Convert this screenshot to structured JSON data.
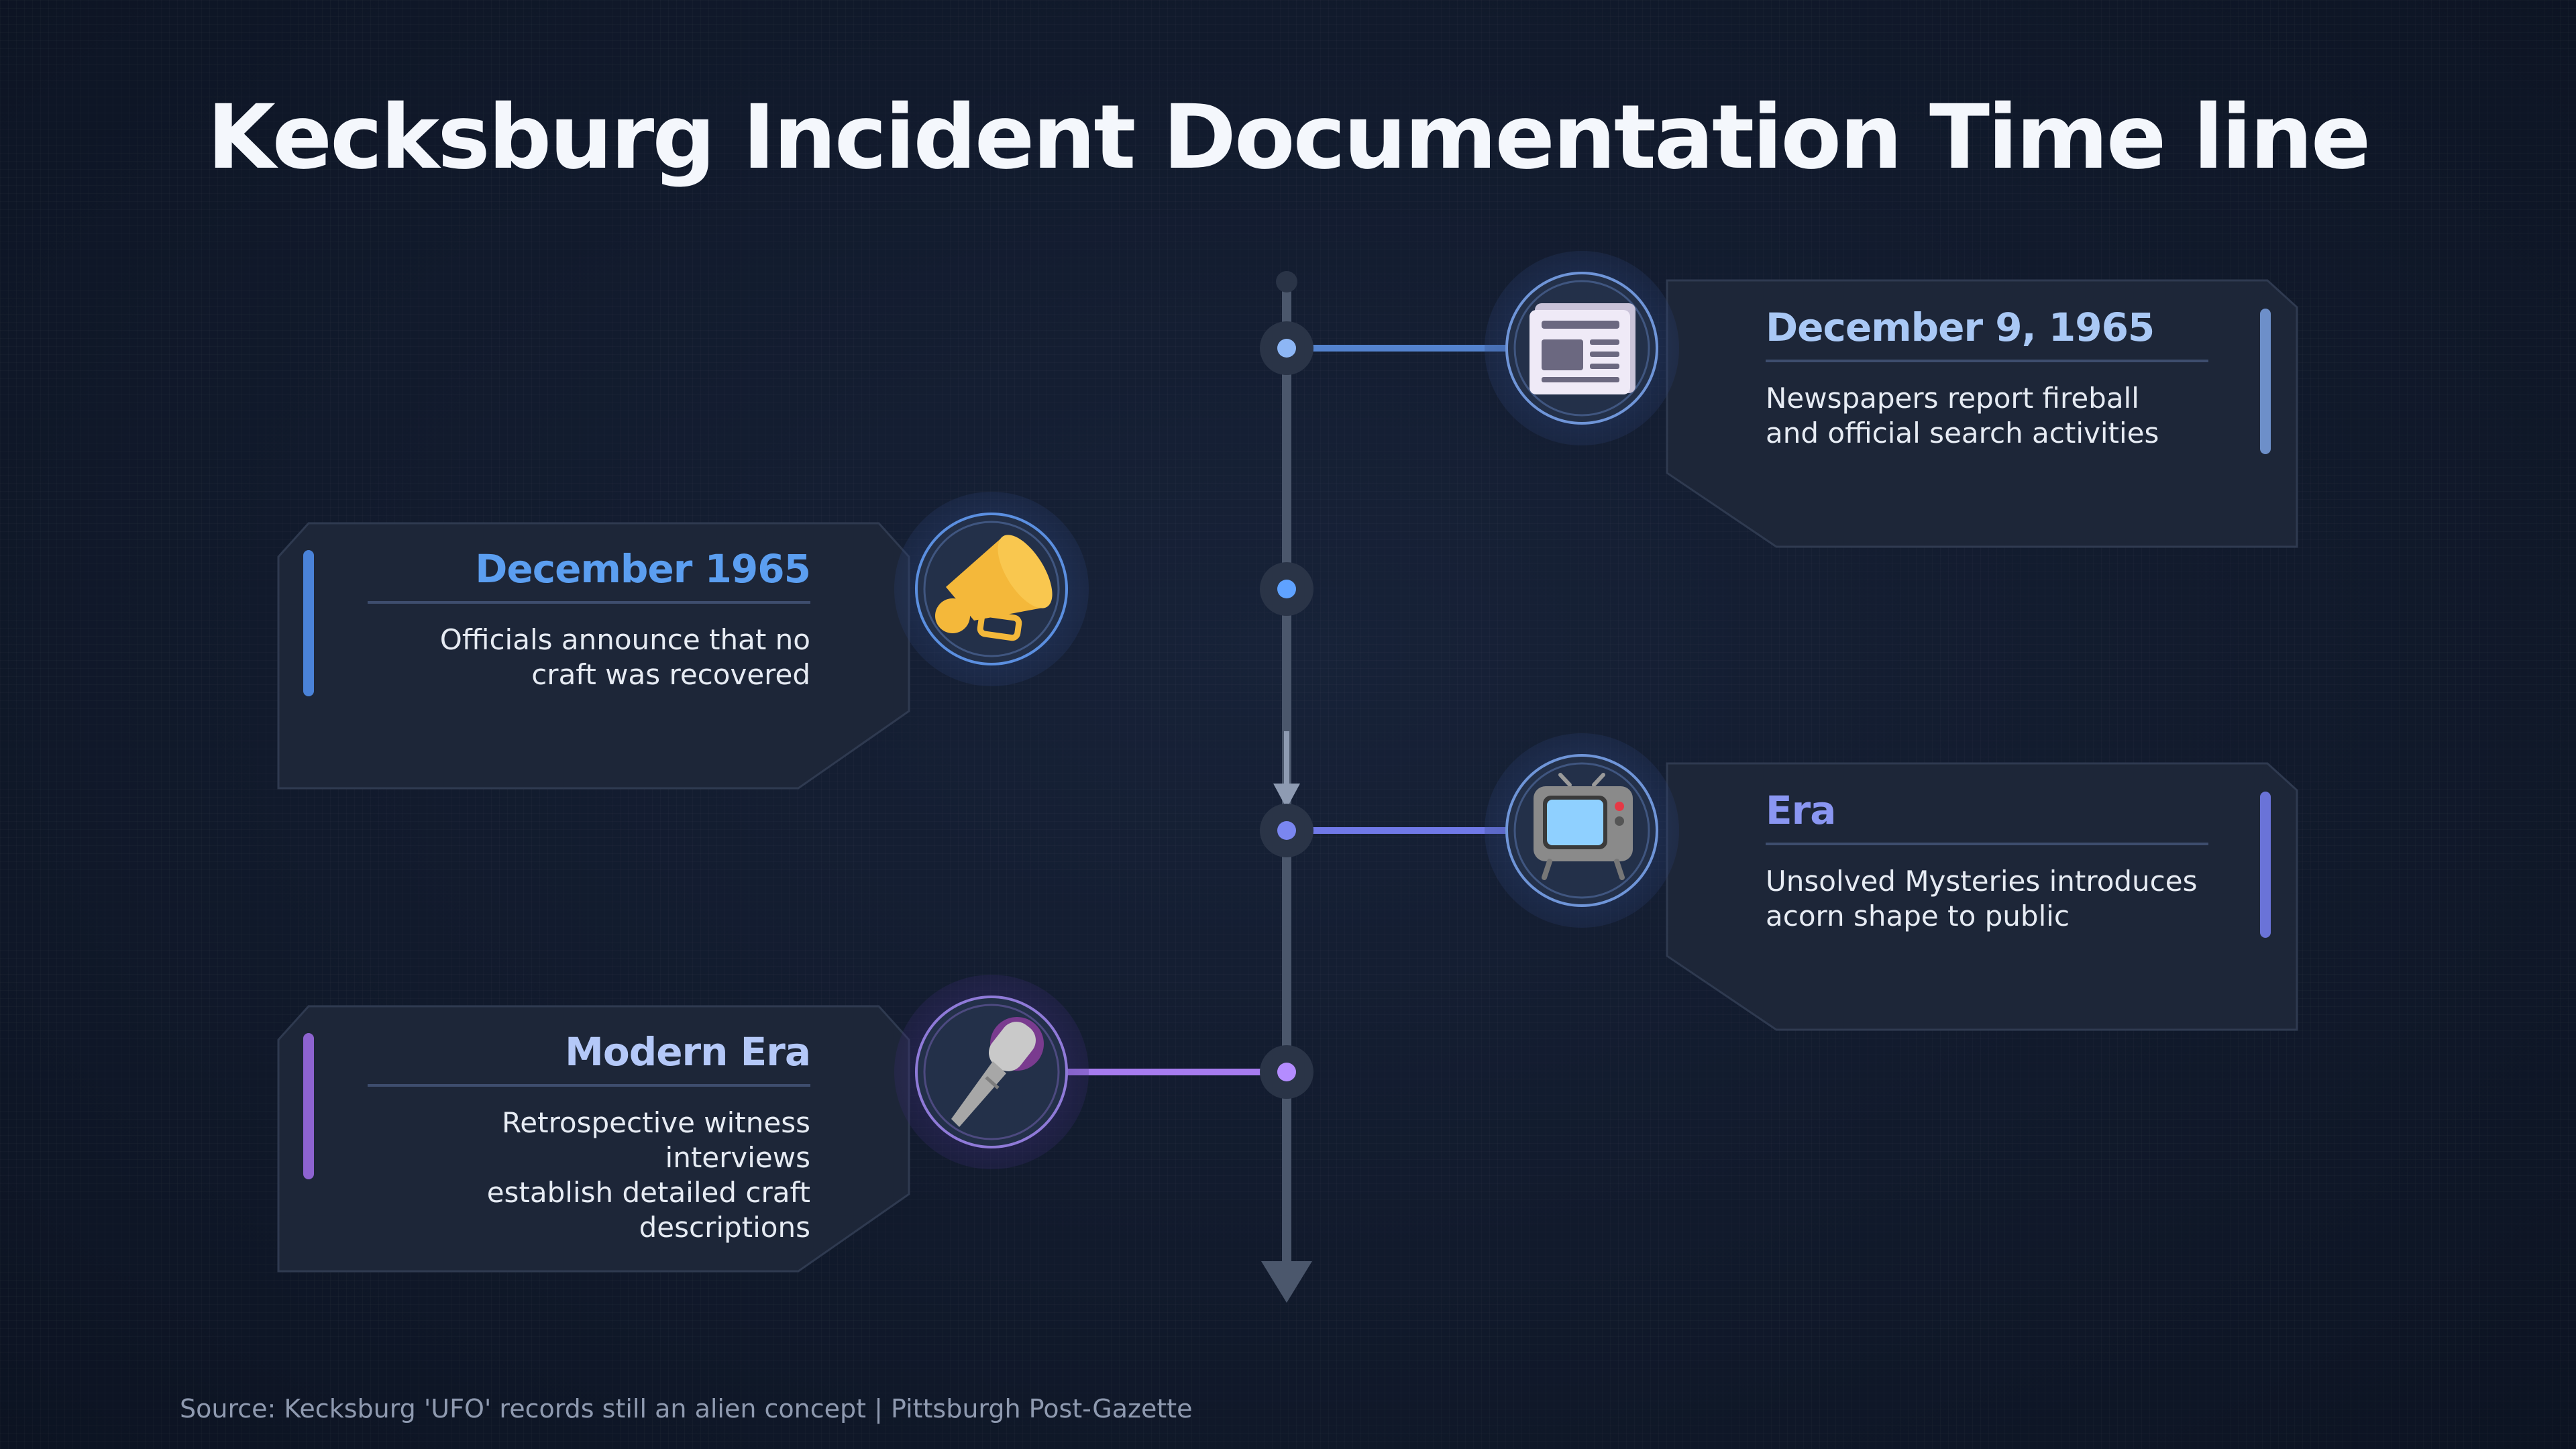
{
  "title": "Kecksburg Incident Documentation Time line",
  "events": [
    {
      "date": "December 9, 1965",
      "description": "Newspapers report fireball\nand official search activities",
      "icon": "newspaper-icon",
      "side": "right",
      "accent": "#7b9fd6"
    },
    {
      "date": "December 1965",
      "description": "Officials announce that no\ncraft was recovered",
      "icon": "megaphone-icon",
      "side": "left",
      "accent": "#4f8fe8"
    },
    {
      "date": "Era",
      "description": "Unsolved Mysteries introduces\nacorn shape to public",
      "icon": "television-icon",
      "side": "right",
      "accent": "#7a86f0"
    },
    {
      "date": "Modern Era",
      "description": "Retrospective witness interviews\nestablish detailed craft\ndescriptions",
      "icon": "microphone-icon",
      "side": "left",
      "accent": "#a77cf0"
    }
  ],
  "source": "Source: Kecksburg 'UFO' records still an alien concept | Pittsburgh Post-Gazette",
  "colors": {
    "background": "#111a2c",
    "card": "#1d2638",
    "axis": "#4b576c",
    "date_right_1": "#a9c8f5",
    "date_left_1": "#5b9ef0",
    "date_right_2": "#8a96f2",
    "date_left_2": "#b4c8f8"
  }
}
